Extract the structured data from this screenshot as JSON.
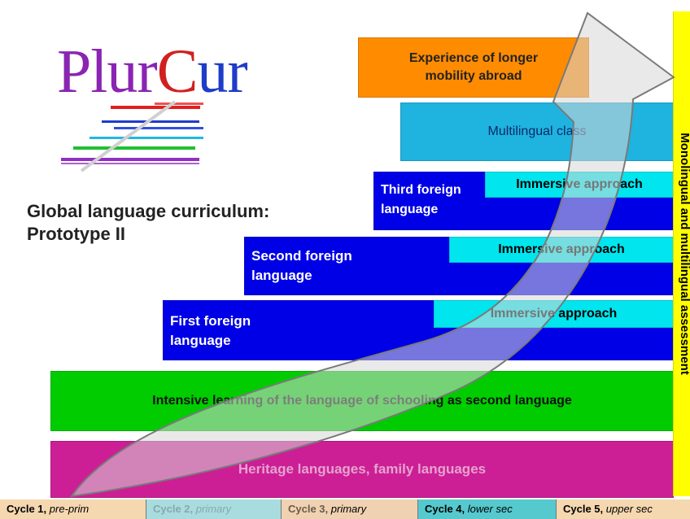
{
  "logo": {
    "part1": "Plur",
    "part2": "C",
    "part3": "ur"
  },
  "title": {
    "line1": "Global language curriculum:",
    "line2": "Prototype II"
  },
  "bars": {
    "mobility": "Experience of longer mobility abroad",
    "multilingual_class": "Multilingual class",
    "third_foreign_line1": "Third foreign",
    "third_foreign_line2": "language",
    "second_foreign_line1": "Second foreign",
    "second_foreign_line2": "language",
    "first_foreign_line1": "First foreign",
    "first_foreign_line2": "language",
    "immersive": "Immersive approach",
    "schooling": "Intensive learning of the language of schooling as second language",
    "heritage": "Heritage languages, family languages"
  },
  "side_label": "Monolingual and multilingual assessment",
  "cycles": [
    {
      "name": "Cycle 1,",
      "stage": "pre-prim"
    },
    {
      "name": "Cycle 2,",
      "stage": "primary"
    },
    {
      "name": "Cycle 3,",
      "stage": "primary"
    },
    {
      "name": "Cycle 4,",
      "stage": "lower sec"
    },
    {
      "name": "Cycle 5,",
      "stage": "upper sec"
    }
  ],
  "colors": {
    "orange": "#ff8c00",
    "light_blue": "#1fb3e0",
    "blue": "#0000e6",
    "cyan": "#00e5ee",
    "green": "#00cc00",
    "magenta": "#cc1f96",
    "yellow": "#ffff00",
    "logo_purple": "#8a24b3",
    "logo_blue": "#1e3cc8",
    "logo_red": "#d12020"
  }
}
